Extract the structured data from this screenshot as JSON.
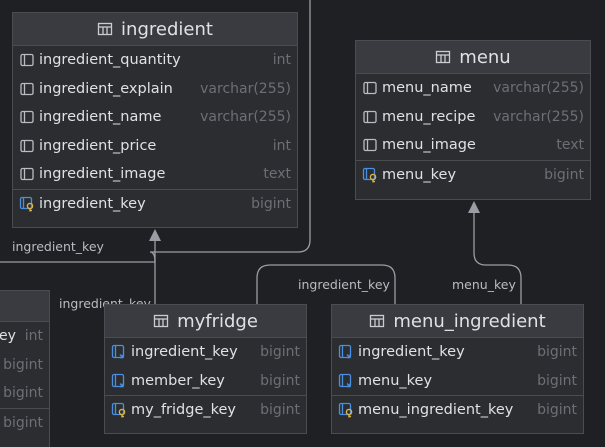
{
  "tables": {
    "ingredient": {
      "title": "ingredient",
      "columns": [
        {
          "name": "ingredient_quantity",
          "type": "int",
          "icon": "column-icon"
        },
        {
          "name": "ingredient_explain",
          "type": "varchar(255)",
          "icon": "column-icon"
        },
        {
          "name": "ingredient_name",
          "type": "varchar(255)",
          "icon": "column-icon"
        },
        {
          "name": "ingredient_price",
          "type": "int",
          "icon": "column-icon"
        },
        {
          "name": "ingredient_image",
          "type": "text",
          "icon": "column-icon"
        }
      ],
      "keys": [
        {
          "name": "ingredient_key",
          "type": "bigint",
          "icon": "primary-key-icon"
        }
      ]
    },
    "menu": {
      "title": "menu",
      "columns": [
        {
          "name": "menu_name",
          "type": "varchar(255)",
          "icon": "column-icon"
        },
        {
          "name": "menu_recipe",
          "type": "varchar(255)",
          "icon": "column-icon"
        },
        {
          "name": "menu_image",
          "type": "text",
          "icon": "column-icon"
        }
      ],
      "keys": [
        {
          "name": "menu_key",
          "type": "bigint",
          "icon": "primary-key-icon"
        }
      ]
    },
    "myfridge": {
      "title": "myfridge",
      "columns": [
        {
          "name": "ingredient_key",
          "type": "bigint",
          "icon": "foreign-key-icon"
        },
        {
          "name": "member_key",
          "type": "bigint",
          "icon": "foreign-key-icon"
        }
      ],
      "keys": [
        {
          "name": "my_fridge_key",
          "type": "bigint",
          "icon": "primary-key-icon"
        }
      ]
    },
    "menu_ingredient": {
      "title": "menu_ingredient",
      "columns": [
        {
          "name": "ingredient_key",
          "type": "bigint",
          "icon": "foreign-key-icon"
        },
        {
          "name": "menu_key",
          "type": "bigint",
          "icon": "foreign-key-icon"
        }
      ],
      "keys": [
        {
          "name": "menu_ingredient_key",
          "type": "bigint",
          "icon": "primary-key-icon"
        }
      ]
    },
    "partial_left": {
      "rows": [
        {
          "name": "ey",
          "type": "int"
        },
        {
          "name": "",
          "type": "bigint"
        },
        {
          "name": "",
          "type": "bigint"
        },
        {
          "name": "",
          "type": "bigint"
        }
      ]
    }
  },
  "relation_labels": {
    "left_ingredient_key": "ingredient_key",
    "myfridge_ingredient_key": "ingredient_key",
    "menu_ingredient_ingredient_key": "ingredient_key",
    "menu_ingredient_menu_key": "menu_key"
  },
  "colors": {
    "background": "#1f2023",
    "table_body": "#2b2d30",
    "table_header": "#393b40",
    "border": "#4a4c50",
    "text": "#dfe1e5",
    "type_text": "#6c6f75",
    "line": "#9a9da3",
    "key_accent": "#d7b34a",
    "fk_accent": "#4a8fe0"
  }
}
